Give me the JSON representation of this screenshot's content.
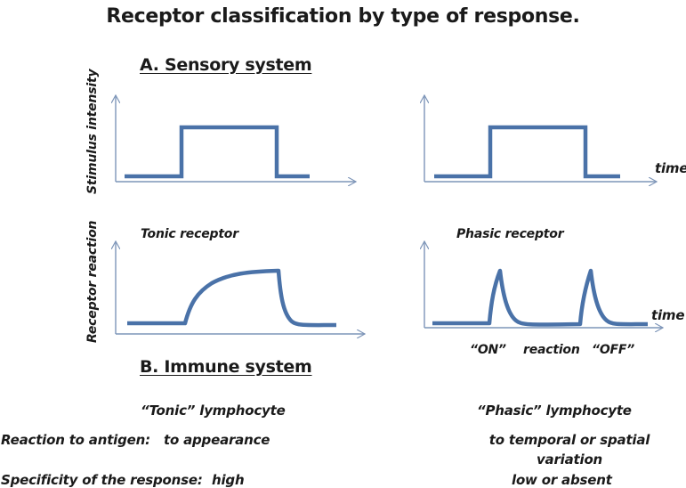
{
  "title": "Receptor classification by type of response.",
  "section_a": {
    "heading": "A. Sensory system",
    "y_label_stimulus": "Stimulus intensity",
    "y_label_reaction": "Receptor reaction",
    "x_label_time_top": "time",
    "x_label_time_bottom": "time",
    "tonic_label": "Tonic receptor",
    "phasic_label": "Phasic receptor",
    "phasic_annotations": {
      "on": "“ON”",
      "reaction": "reaction",
      "off": "“OFF”"
    }
  },
  "section_b": {
    "heading": "B. Immune system",
    "tonic_header": "“Tonic” lymphocyte",
    "phasic_header": "“Phasic” lymphocyte",
    "rows": [
      {
        "label": "Reaction to antigen:",
        "tonic": "to appearance",
        "phasic_line1": "to temporal or spatial",
        "phasic_line2": "variation"
      },
      {
        "label": "Specificity of the response:",
        "tonic": "high",
        "phasic_line1": "low or absent"
      }
    ]
  },
  "colors": {
    "signal": "#4a72a8",
    "axis": "#7d95b8",
    "text": "#1a1a1a"
  }
}
